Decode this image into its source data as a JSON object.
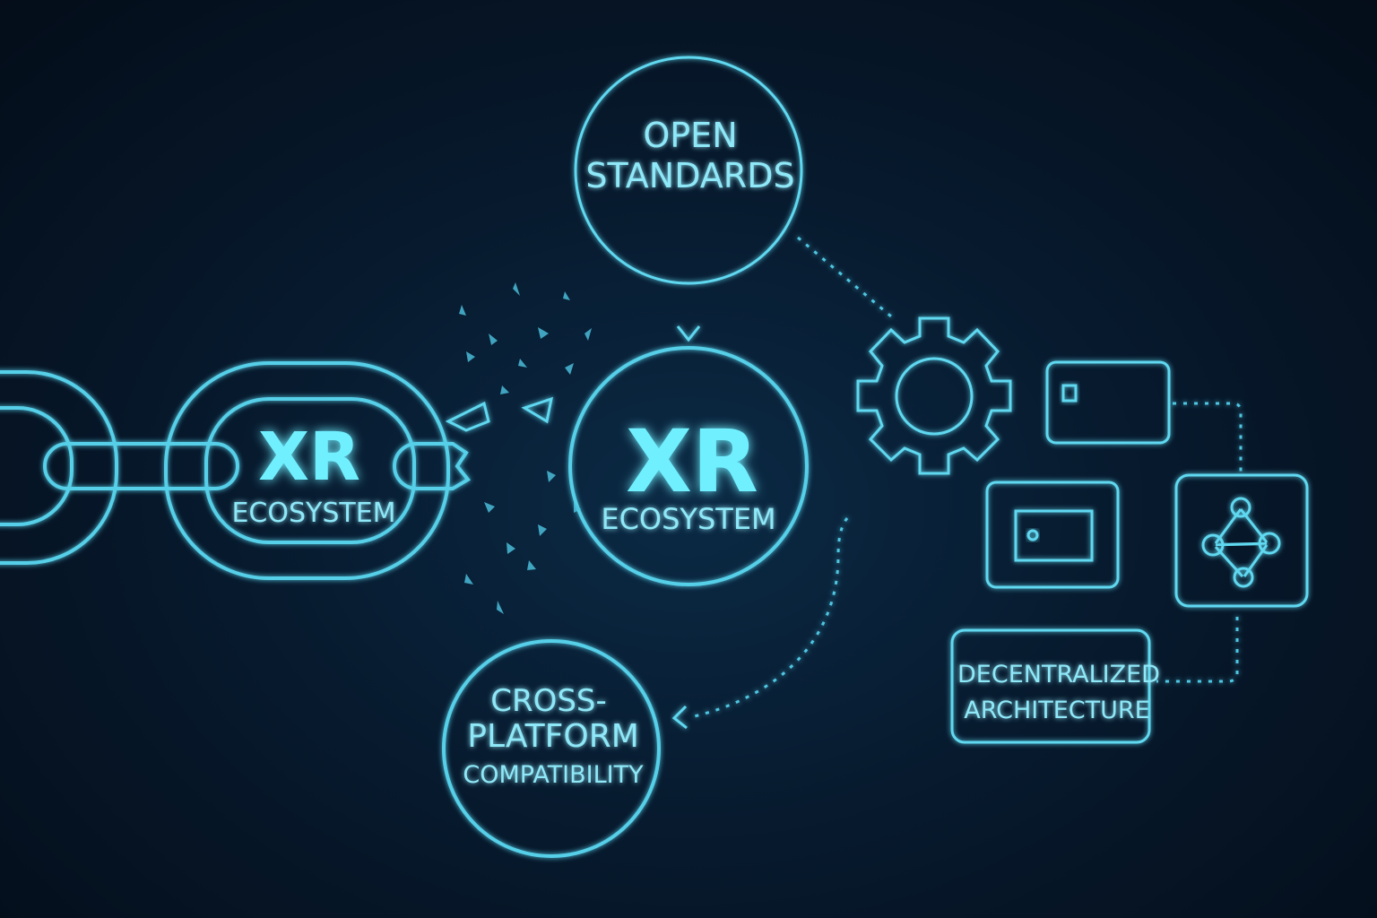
{
  "nodes": {
    "open_standards": {
      "line1": "OPEN",
      "line2": "STANDARDS"
    },
    "xr_ecosystem": {
      "title": "XR",
      "subtitle": "ECOSYSTEM"
    },
    "chain_link": {
      "title": "XR",
      "subtitle": "ECOSYSTEM"
    },
    "cross_platform": {
      "line1": "CROSS-",
      "line2": "PLATFORM",
      "line3": "COMPATIBILITY"
    },
    "decentralized": {
      "line1": "DECENTRALIZED",
      "line2": "ARCHITECTURE"
    }
  },
  "icons": [
    "broken-chain-icon",
    "gear-icon",
    "id-card-icon",
    "device-icon",
    "network-graph-icon"
  ],
  "colors": {
    "accent": "#5fd8f0",
    "background": "#071a2e"
  }
}
